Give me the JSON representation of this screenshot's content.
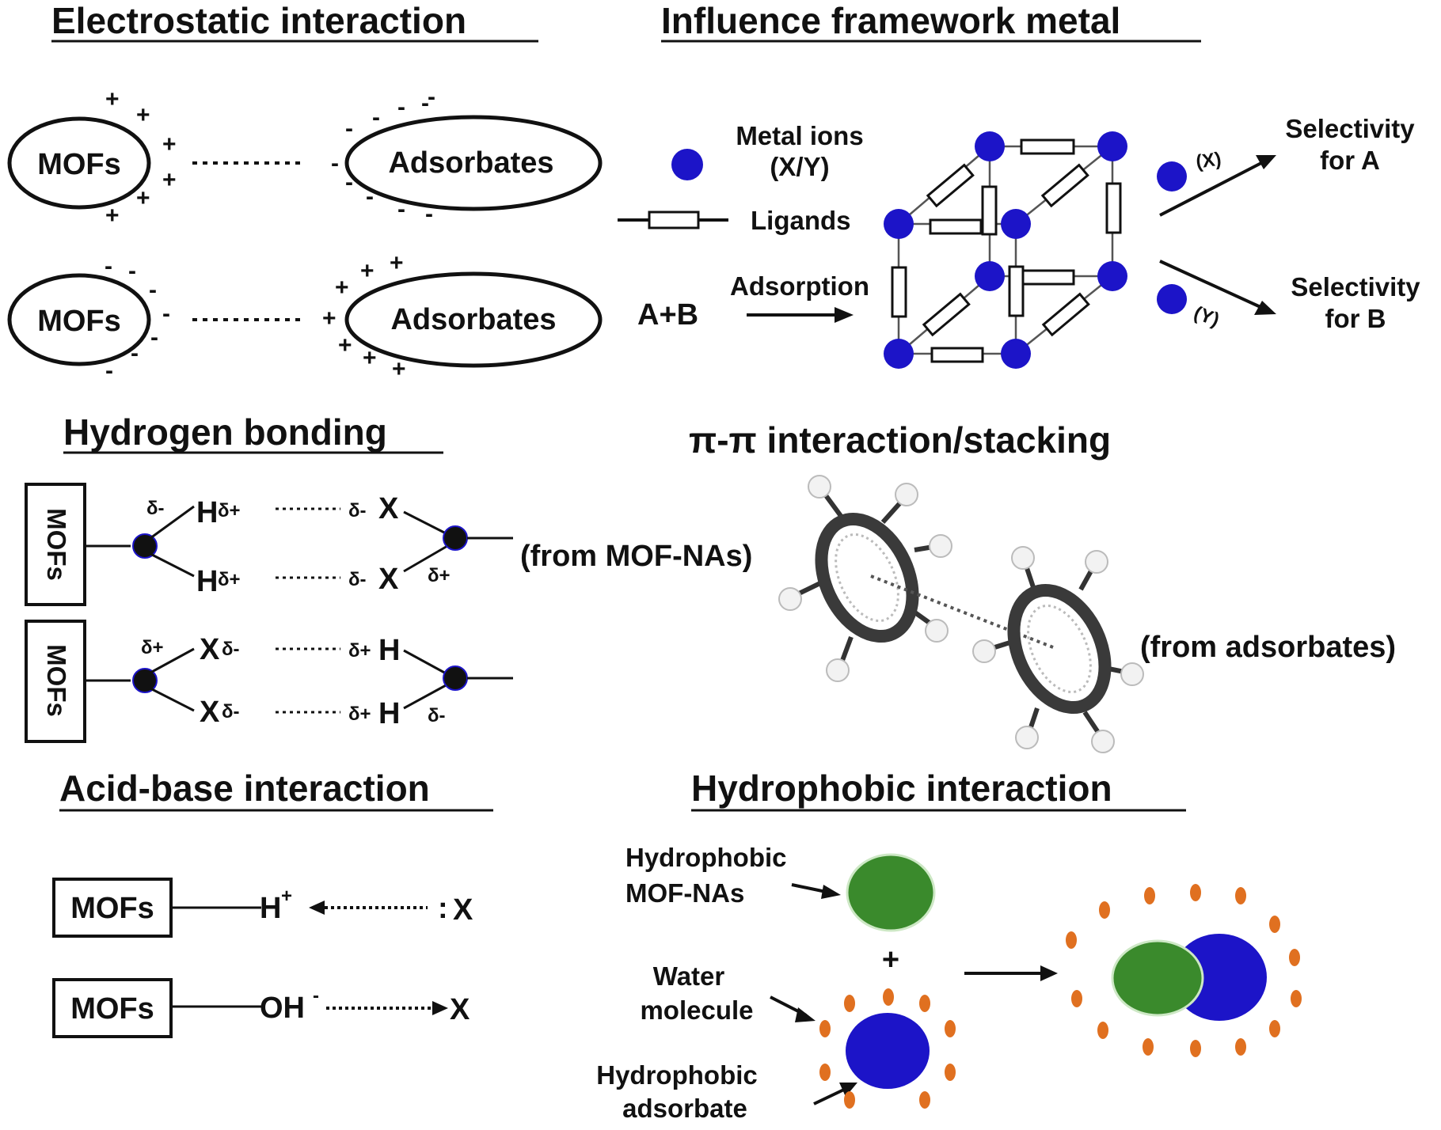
{
  "headings": {
    "electrostatic": "Electrostatic interaction",
    "framework_metal": "Influence framework metal",
    "hydrogen": "Hydrogen bonding",
    "pi_pi": "π-π interaction/stacking",
    "acid_base": "Acid-base interaction",
    "hydrophobic": "Hydrophobic interaction"
  },
  "electrostatic": {
    "mofs": "MOFs",
    "adsorbates": "Adsorbates",
    "plus": "+",
    "minus": "-"
  },
  "framework": {
    "metal_ions": "Metal ions",
    "metal_ions_sub": "(X/Y)",
    "ligands": "Ligands",
    "feed": "A+B",
    "adsorption": "Adsorption",
    "x_label": "(X)",
    "y_label": "(Y)",
    "sel_a_1": "Selectivity",
    "sel_a_2": "for A",
    "sel_b_1": "Selectivity",
    "sel_b_2": "for B",
    "metal_color": "#1c14c8"
  },
  "hbond": {
    "mofs": "MOFs",
    "H": "H",
    "X": "X",
    "d_plus": "δ+",
    "d_minus": "δ-",
    "from_mof": "(from MOF-NAs)"
  },
  "pi": {
    "from_ads": "(from adsorbates)"
  },
  "acid": {
    "mofs": "MOFs",
    "h_plus": "H",
    "h_sup": "+",
    "x": "X",
    "colon": ":",
    "oh": "OH",
    "oh_sup": "-"
  },
  "hydrophobic": {
    "mof_label_1": "Hydrophobic",
    "mof_label_2": "MOF-NAs",
    "water_1": "Water",
    "water_2": "molecule",
    "ads_1": "Hydrophobic",
    "ads_2": "adsorbate",
    "plus": "+",
    "green": "#3a8a2c",
    "blue": "#1c14c8",
    "orange": "#e07020"
  }
}
